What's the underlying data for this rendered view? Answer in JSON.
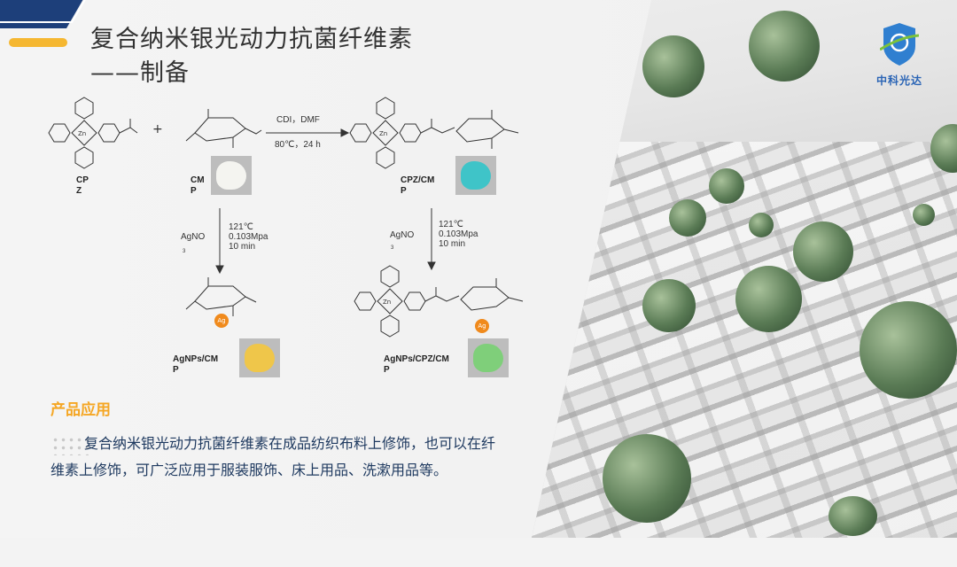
{
  "title": {
    "line1": "复合纳米银光动力抗菌纤维素",
    "line2": "——制备"
  },
  "logo": {
    "text": "中科光达"
  },
  "scheme": {
    "cpz": "CP\nZ",
    "cmp": "CM\nP",
    "cpzcmp": "CPZ/CM\nP",
    "plus": "+",
    "step1_top": "CDI，DMF",
    "step1_bottom": "80℃，24 h",
    "reagent_left": "AgNO",
    "reagent_left_sub": "3",
    "conditions_left": [
      "121℃",
      "0.103Mpa",
      "10 min"
    ],
    "reagent_right": "AgNO",
    "reagent_right_sub": "3",
    "conditions_right": [
      "121℃",
      "0.103Mpa",
      "10 min"
    ],
    "agnps_cmp": "AgNPs/CM\nP",
    "agnps_cpz_cmp": "AgNPs/CPZ/CM\nP",
    "ag_badge": "Ag",
    "zn": "Zn"
  },
  "section": {
    "heading": "产品应用",
    "body": "复合纳米银光动力抗菌纤维素在成品纺织布料上修饰，也可以在纤维素上修饰，可广泛应用于服装服饰、床上用品、洗漱用品等。"
  },
  "colors": {
    "accent": "#f5a623",
    "navy": "#1d3f7a",
    "text": "#1f3a60"
  }
}
